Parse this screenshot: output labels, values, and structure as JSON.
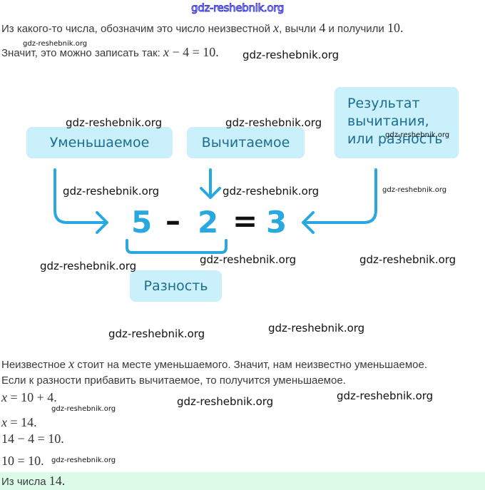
{
  "watermarks": {
    "header": "gdz-reshebnik.org",
    "text": "gdz-reshebnik.org"
  },
  "intro": {
    "line1_text_a": "Из какого-то числа, обозначим это число неизвестной ",
    "line1_var": "x",
    "line1_text_b": ", вычли ",
    "line1_num_a": "4",
    "line1_text_c": " и получили ",
    "line1_num_b": "10.",
    "line2_text": "Значит, это можно записать так: ",
    "line2_math_var": "x",
    "line2_math_rest": " − 4 = 10."
  },
  "diagram": {
    "labels": {
      "minuend": "Уменьшаемое",
      "subtrahend": "Вычитаемое",
      "result_line1": "Результат",
      "result_line2": "вычитания,",
      "result_line3": "или разность",
      "difference": "Разность"
    },
    "equation": {
      "minuend": "5",
      "minus": "–",
      "subtrahend": "2",
      "equals": "=",
      "result": "3"
    },
    "colors": {
      "accent": "#29a8e0",
      "box_bg": "#c9f0fb",
      "box_text": "#1d6d8f"
    }
  },
  "explanation": {
    "line1_a": "Неизвестное ",
    "line1_var": "x",
    "line1_b": " стоит на месте уменьшаемого. Значит, нам неизвестно уменьшаемое.",
    "line2": "Если к разности прибавить вычитаемое, то получится уменьшаемое."
  },
  "solution": [
    {
      "var": "x",
      "rest": " = 10 + 4."
    },
    {
      "var": "x",
      "rest": " = 14."
    },
    {
      "var": "",
      "rest": "14 − 4 = 10."
    },
    {
      "var": "",
      "rest": "10 = 10."
    }
  ],
  "answer": {
    "text": "Из числа ",
    "num": "14.",
    "bg_color": "#dcfbe9"
  }
}
